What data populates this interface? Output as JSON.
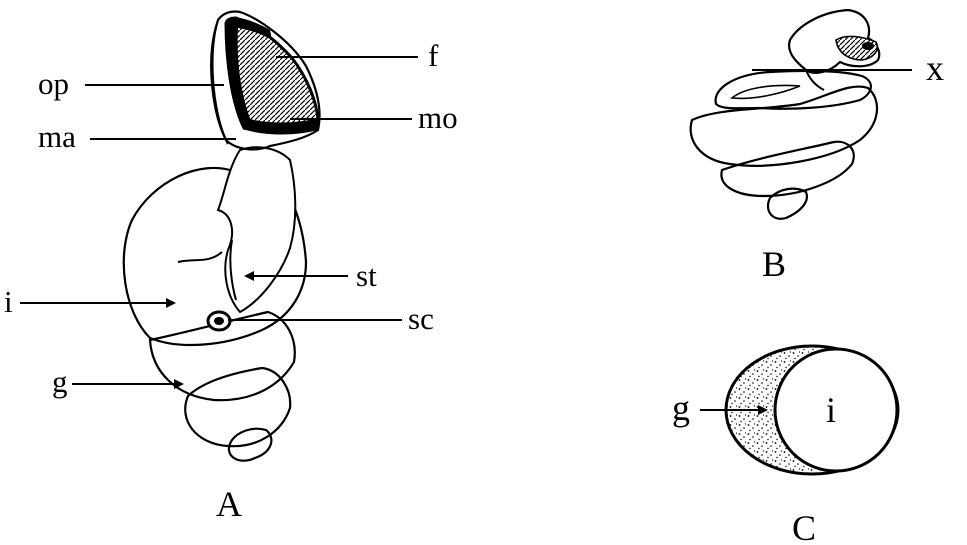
{
  "figure": {
    "panels": {
      "A": {
        "label": "A"
      },
      "B": {
        "label": "B"
      },
      "C": {
        "label": "C"
      }
    },
    "labels_A": {
      "f": "f",
      "op": "op",
      "mo": "mo",
      "ma": "ma",
      "st": "st",
      "i": "i",
      "sc": "sc",
      "g": "g"
    },
    "labels_B": {
      "x": "x"
    },
    "labels_C": {
      "g": "g",
      "i": "i"
    }
  }
}
